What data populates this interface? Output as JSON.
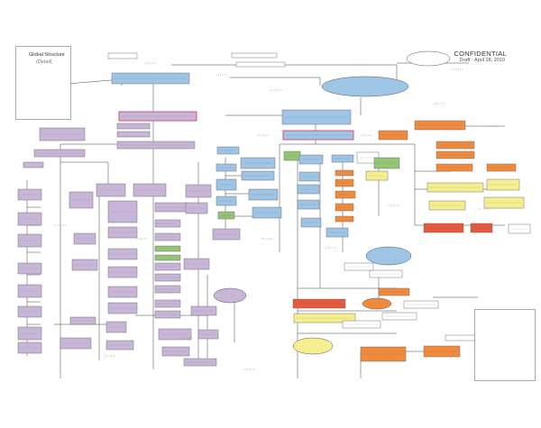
{
  "header": {
    "confidential": "CONFIDENTIAL",
    "draft": "Draft · April 28, 2010"
  },
  "legend": {
    "title": "Global Structure",
    "subtitle": "(Detail)"
  },
  "colors": {
    "lavender": "#c8b6d8",
    "blue": "#9ec4e6",
    "orange": "#f08a3c",
    "red": "#e55a3c",
    "yellow": "#f5ef90",
    "green": "#93c572",
    "line": "#444444",
    "pinkline": "#d2496a"
  }
}
